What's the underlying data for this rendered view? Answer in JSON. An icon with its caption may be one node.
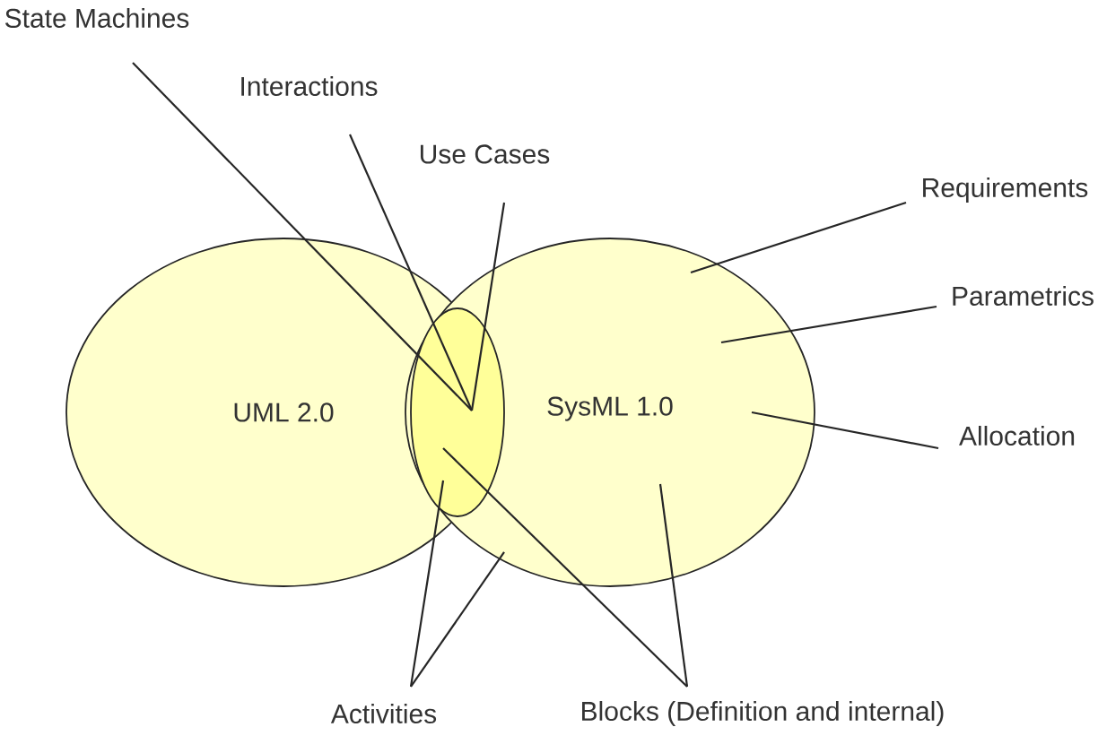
{
  "diagram": {
    "nodes": [
      {
        "text": [
          "State Machines"
        ]
      },
      {
        "text": [
          "Interactions"
        ]
      },
      {
        "text": [
          "Use Cases"
        ]
      },
      {
        "text": [
          "Requirements"
        ]
      },
      {
        "text": [
          "Parametrics"
        ]
      },
      {
        "text": [
          "UML 2.0"
        ]
      },
      {
        "text": [
          "SysML 1.0"
        ]
      },
      {
        "text": [
          "Allocation"
        ]
      },
      {
        "text": [],
        "shape": "ellipse"
      },
      {
        "text": [
          "Activities"
        ]
      },
      {
        "text": [
          "Blocks (Definition and internal)"
        ]
      }
    ],
    "edges": [
      {
        "from": 0,
        "to": 8,
        "arrow": "none"
      },
      {
        "from": 1,
        "to": 8,
        "arrow": "none"
      },
      {
        "from": 2,
        "to": 8,
        "arrow": "none"
      },
      {
        "from": 3,
        "to": 6,
        "arrow": "none"
      },
      {
        "from": 4,
        "to": 6,
        "arrow": "none"
      },
      {
        "from": 7,
        "to": 6,
        "arrow": "none"
      },
      {
        "from": 9,
        "to": 8,
        "arrow": "none"
      },
      {
        "from": 9,
        "to": 6,
        "arrow": "none"
      },
      {
        "from": 10,
        "to": 8,
        "arrow": "none"
      },
      {
        "from": 10,
        "to": 6,
        "arrow": "none"
      }
    ]
  }
}
